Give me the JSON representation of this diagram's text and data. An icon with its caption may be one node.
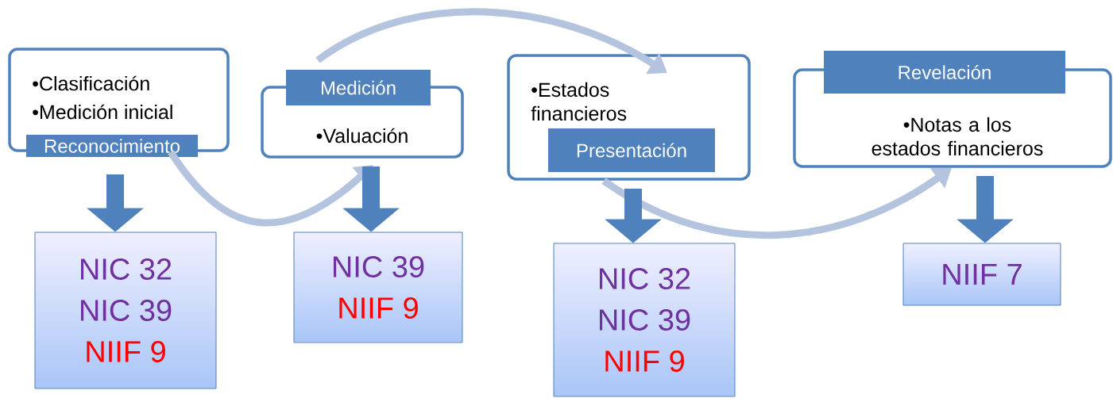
{
  "diagram": {
    "nodes": [
      {
        "text": [
          "•Clasificación",
          "•Medición inicial",
          "Reconocimiento"
        ]
      },
      {
        "text": [
          "Medición",
          "•Valuación"
        ]
      },
      {
        "text": [
          "•Estados financieros",
          "Presentación"
        ]
      },
      {
        "text": [
          "Revelación",
          "•Notas a los estados financieros"
        ]
      },
      {
        "text": [
          "NIC 32",
          "NIC 39",
          "NIIF 9"
        ]
      },
      {
        "text": [
          "NIC 39",
          "NIIF 9"
        ]
      },
      {
        "text": [
          "NIC 32",
          "NIC 39",
          "NIIF 9"
        ]
      },
      {
        "text": [
          "NIIF 7"
        ]
      }
    ],
    "edges": [
      {
        "from": 0,
        "to": 1,
        "arrow": "to",
        "color": "#b4c4de"
      },
      {
        "from": 1,
        "to": 2,
        "arrow": "to",
        "color": "#b4c4de"
      },
      {
        "from": 2,
        "to": 3,
        "arrow": "to",
        "color": "#b4c4de"
      },
      {
        "from": 0,
        "to": 4,
        "arrow": "to"
      },
      {
        "from": 1,
        "to": 5,
        "arrow": "to"
      },
      {
        "from": 2,
        "to": 6,
        "arrow": "to"
      },
      {
        "from": 3,
        "to": 7,
        "arrow": "to"
      }
    ]
  }
}
